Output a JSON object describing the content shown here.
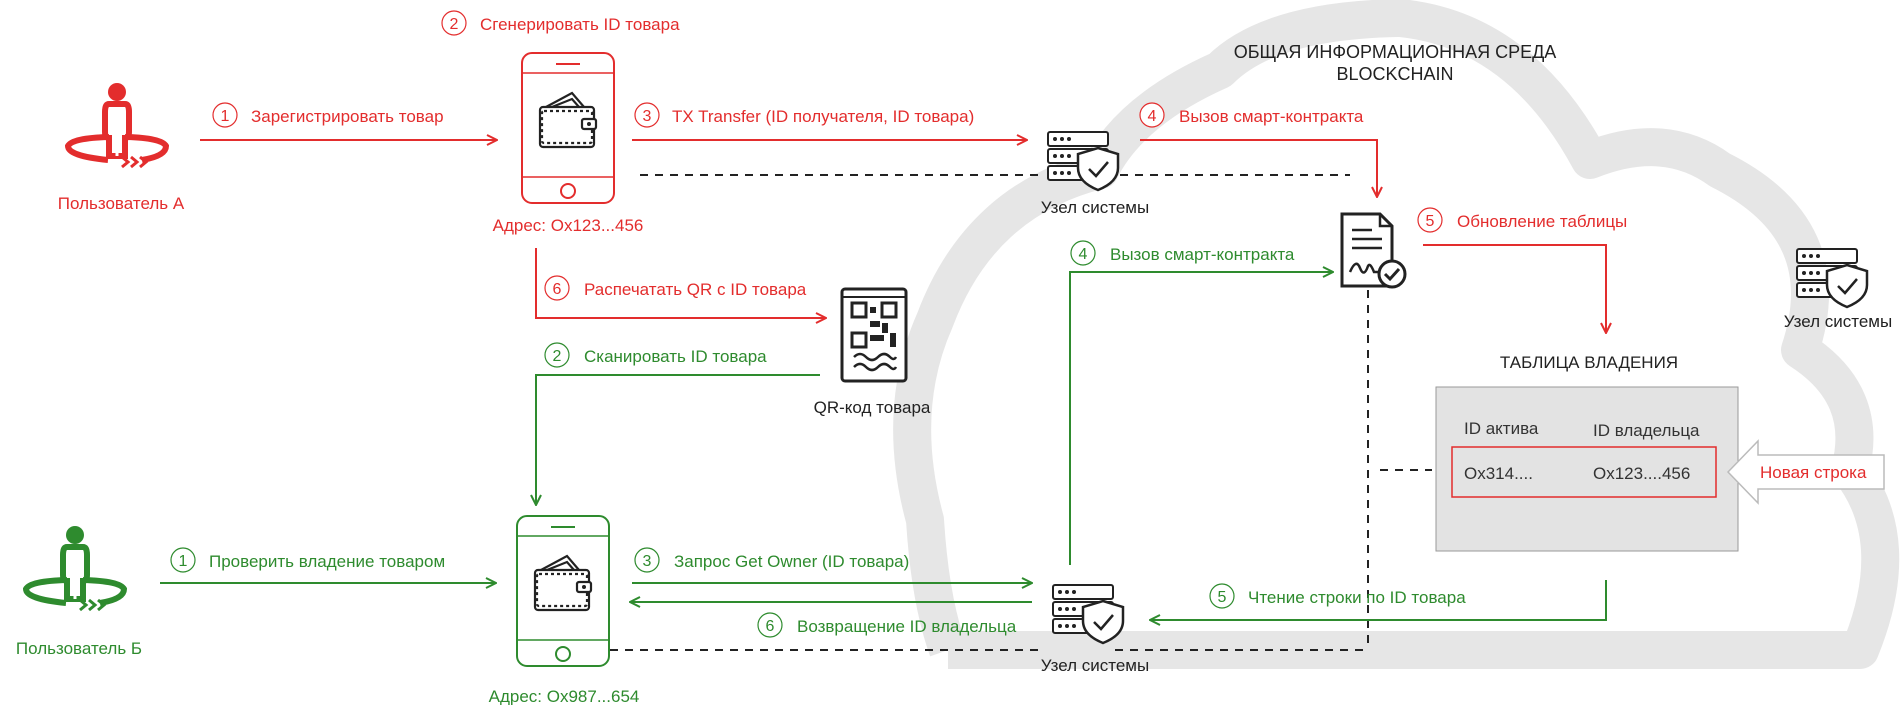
{
  "colors": {
    "red": "#e32d2d",
    "green": "#2e8b2e",
    "dark": "#222222",
    "cloud": "#e6e6e6",
    "table_bg": "#e3e3e3"
  },
  "cloud": {
    "title_line1": "ОБЩАЯ ИНФОРМАЦИОННАЯ СРЕДА",
    "title_line2": "BLOCKCHAIN"
  },
  "actors": {
    "user_a": {
      "label": "Пользователь А",
      "icon": "person-icon"
    },
    "user_b": {
      "label": "Пользователь Б",
      "icon": "person-icon"
    }
  },
  "wallets": {
    "a": {
      "address": "Адрес: Ox123...456",
      "icon": "phone-wallet-icon"
    },
    "b": {
      "address": "Адрес: Ox987...654",
      "icon": "phone-wallet-icon"
    }
  },
  "nodes": {
    "label": "Узел системы",
    "icon": "server-shield-icon"
  },
  "qr": {
    "label": "QR-код товара",
    "icon": "qr-poster-icon"
  },
  "contract": {
    "icon": "smart-contract-icon"
  },
  "steps_red": {
    "s1": {
      "num": "1",
      "text": "Зарегистрировать товар"
    },
    "s2": {
      "num": "2",
      "text": "Сгенерировать ID товара"
    },
    "s3": {
      "num": "3",
      "text": "TX Transfer (ID получателя, ID товара)"
    },
    "s4": {
      "num": "4",
      "text": "Вызов смарт-контракта"
    },
    "s5": {
      "num": "5",
      "text": "Обновление таблицы"
    },
    "s6": {
      "num": "6",
      "text": "Распечатать QR с ID товара"
    }
  },
  "steps_green": {
    "s1": {
      "num": "1",
      "text": "Проверить владение товаром"
    },
    "s2": {
      "num": "2",
      "text": "Сканировать ID товара"
    },
    "s3": {
      "num": "3",
      "text": "Запрос Get Owner (ID товара)"
    },
    "s4": {
      "num": "4",
      "text": "Вызов смарт-контракта"
    },
    "s5": {
      "num": "5",
      "text": "Чтение строки по ID товара"
    },
    "s6": {
      "num": "6",
      "text": "Возвращение ID владельца"
    }
  },
  "ownership_table": {
    "title": "ТАБЛИЦА ВЛАДЕНИЯ",
    "col_asset": "ID актива",
    "col_owner": "ID владельца",
    "row_asset": "Ox314....",
    "row_owner": "Ox123....456",
    "new_row_label": "Новая строка"
  }
}
